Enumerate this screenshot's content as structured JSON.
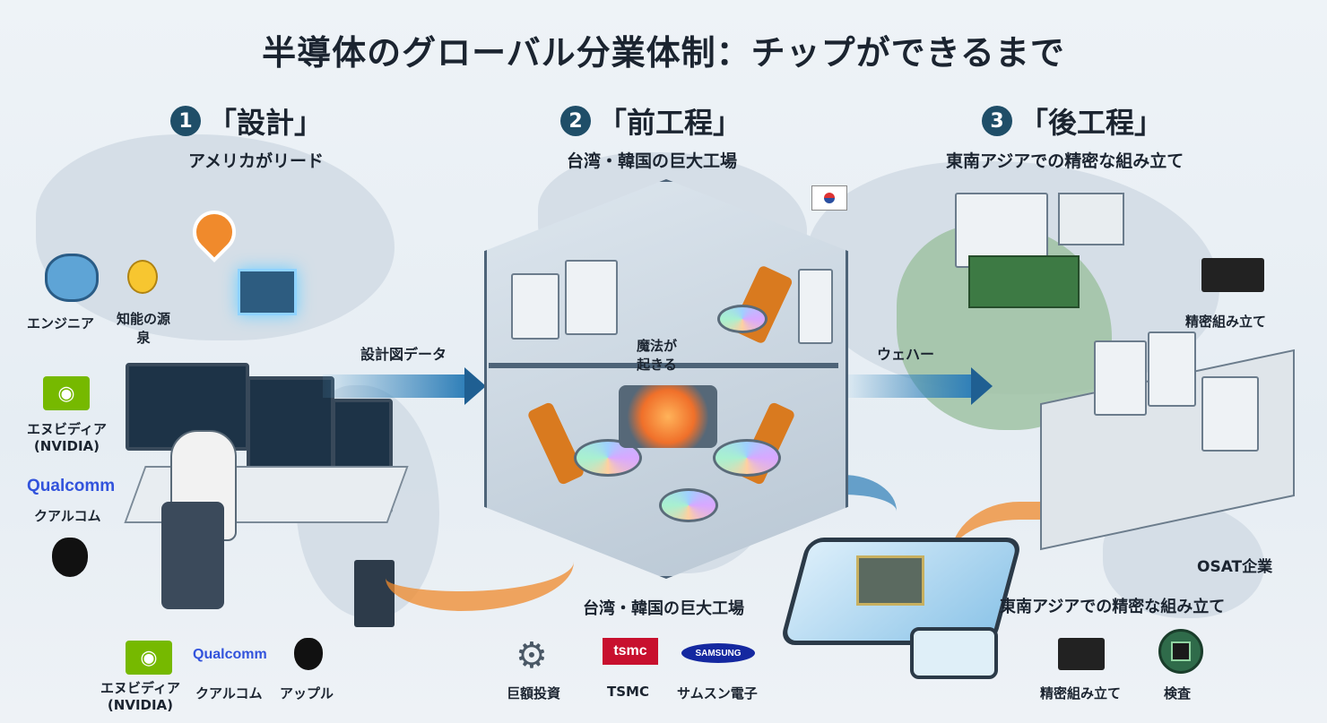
{
  "title": "半導体のグローバル分業体制：チップができるまで",
  "steps": [
    {
      "num": "1",
      "label": "「設計」",
      "subtitle": "アメリカがリード"
    },
    {
      "num": "2",
      "label": "「前工程」",
      "subtitle": "台湾・韓国の巨大工場"
    },
    {
      "num": "3",
      "label": "「後工程」",
      "subtitle": "東南アジアでの精密な組み立て"
    }
  ],
  "design": {
    "engineer": "エンジニア",
    "intelligence": "知能の源泉",
    "nvidia_jp": "エヌビディア",
    "nvidia_en": "(NVIDIA)",
    "qualcomm_logo": "Qualcomm",
    "qualcomm_jp": "クアルコム",
    "bottom": {
      "nvidia_jp": "エヌビディア",
      "nvidia_en": "(NVIDIA)",
      "qualcomm_logo": "Qualcomm",
      "qualcomm_jp": "クアルコム",
      "apple_jp": "アップル"
    }
  },
  "flows": {
    "design_data": "設計図データ",
    "magic": "魔法が\n起きる",
    "wafer": "ウェハー"
  },
  "front": {
    "caption": "台湾・韓国の巨大工場",
    "items": [
      {
        "label": "巨額投資",
        "icon": "gears-icon"
      },
      {
        "label": "TSMC",
        "logo": "tsmc"
      },
      {
        "label": "サムスン電子",
        "logo": "SAMSUNG"
      }
    ]
  },
  "back": {
    "precise": "精密組み立て",
    "osat": "OSAT企業",
    "caption": "東南アジアでの精密な組み立て",
    "items": [
      {
        "label": "精密組み立て",
        "icon": "chip-icon"
      },
      {
        "label": "検査",
        "icon": "inspection-icon"
      }
    ]
  },
  "colors": {
    "accent": "#1f4e68",
    "arrow_blue": "#2f7fb8",
    "arrow_orange": "#f08a2c",
    "nvidia": "#76b900",
    "qualcomm": "#3253dc"
  }
}
